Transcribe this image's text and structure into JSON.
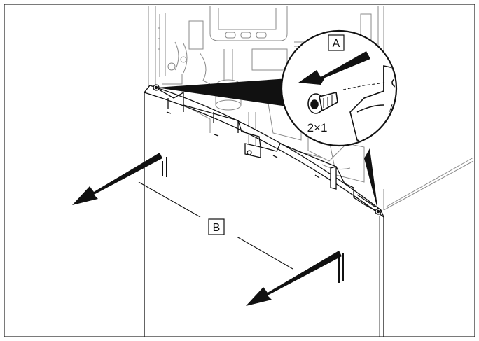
{
  "callouts": {
    "a": "A",
    "b": "B"
  },
  "quantity": "2×1",
  "colors": {
    "line": "#111111",
    "light_line": "#8a8a8a",
    "fill": "#ffffff",
    "frame": "#222222"
  }
}
